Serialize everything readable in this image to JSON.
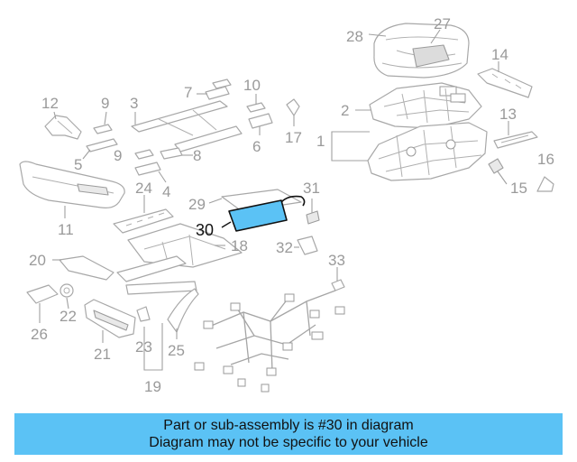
{
  "callouts": {
    "c1": "1",
    "c2": "2",
    "c3": "3",
    "c4": "4",
    "c5": "5",
    "c6": "6",
    "c7": "7",
    "c8": "8",
    "c9a": "9",
    "c9b": "9",
    "c10": "10",
    "c11": "11",
    "c12": "12",
    "c13": "13",
    "c14": "14",
    "c15": "15",
    "c16": "16",
    "c17": "17",
    "c18": "18",
    "c19": "19",
    "c20": "20",
    "c21": "21",
    "c22": "22",
    "c23": "23",
    "c24": "24",
    "c25": "25",
    "c26": "26",
    "c27": "27",
    "c28": "28",
    "c29": "29",
    "c30": "30",
    "c31": "31",
    "c32": "32",
    "c33": "33"
  },
  "highlight": {
    "part_number": "30",
    "color": "#5bc2f5"
  },
  "banner": {
    "line1": "Part or sub-assembly is #30 in diagram",
    "line2": "Diagram may not be specific to your vehicle",
    "background": "#5bc2f5"
  }
}
